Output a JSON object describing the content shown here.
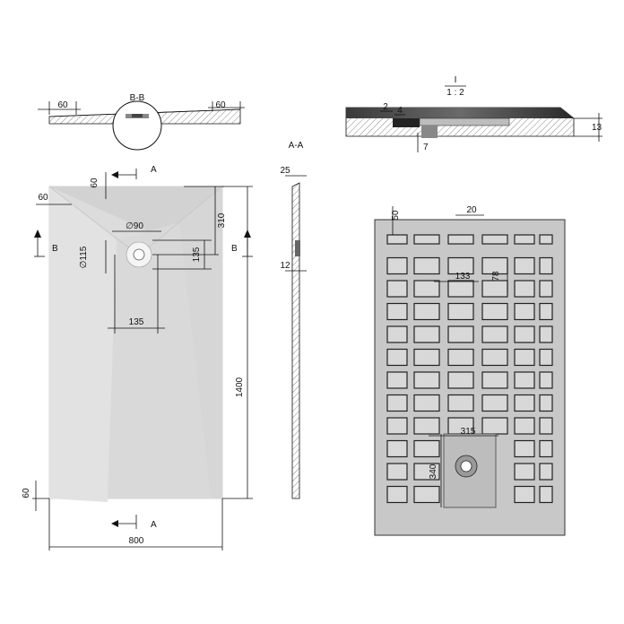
{
  "section_bb": {
    "title": "B-B",
    "dim_left": "60",
    "dim_right": "60"
  },
  "detail": {
    "ratio_top": "I",
    "ratio_bottom": "1 : 2",
    "dim_2": "2",
    "dim_4": "4",
    "dim_7": "7",
    "dim_13": "13"
  },
  "section_aa": {
    "title": "A-A",
    "dim_top": "25",
    "dim_mid": "12"
  },
  "plan": {
    "label_a_top": "A",
    "label_a_bottom": "A",
    "label_b_left": "B",
    "label_b_right": "B",
    "dim_60_top": "60",
    "dim_60_left": "60",
    "dim_60_bottom": "60",
    "dim_90": "∅90",
    "dim_115": "∅115",
    "dim_310": "310",
    "dim_135_v": "135",
    "dim_135_h": "135",
    "dim_1400": "1400",
    "dim_800": "800"
  },
  "underside": {
    "dim_50": "50",
    "dim_20": "20",
    "dim_133": "133",
    "dim_78": "78",
    "dim_315": "315",
    "dim_340": "340"
  }
}
